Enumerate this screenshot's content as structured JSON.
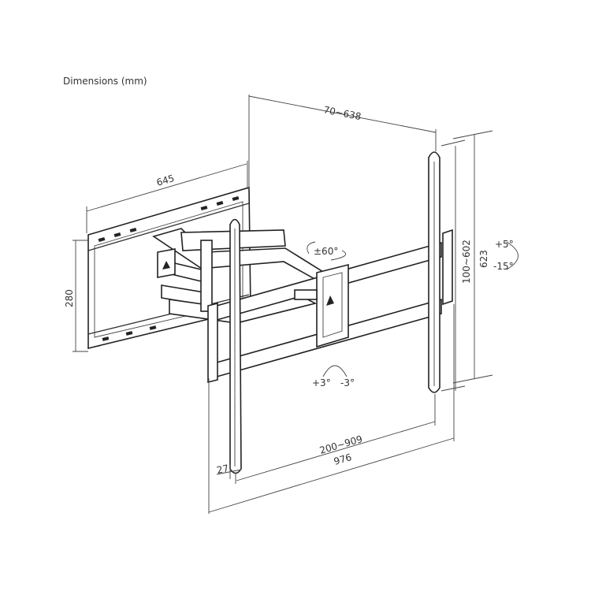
{
  "title": "Dimensions (mm)",
  "dimensions": {
    "wall_plate_width": "645",
    "wall_plate_height": "280",
    "extension": "70~638",
    "swivel": "±60°",
    "vertical_hole_spacing": "100~602",
    "rail_height": "623",
    "tilt_up": "+5°",
    "tilt_down": "-15°",
    "level_plus": "+3°",
    "level_minus": "-3°",
    "horizontal_hole_spacing": "200~909",
    "total_width": "976",
    "rail_width": "27"
  }
}
